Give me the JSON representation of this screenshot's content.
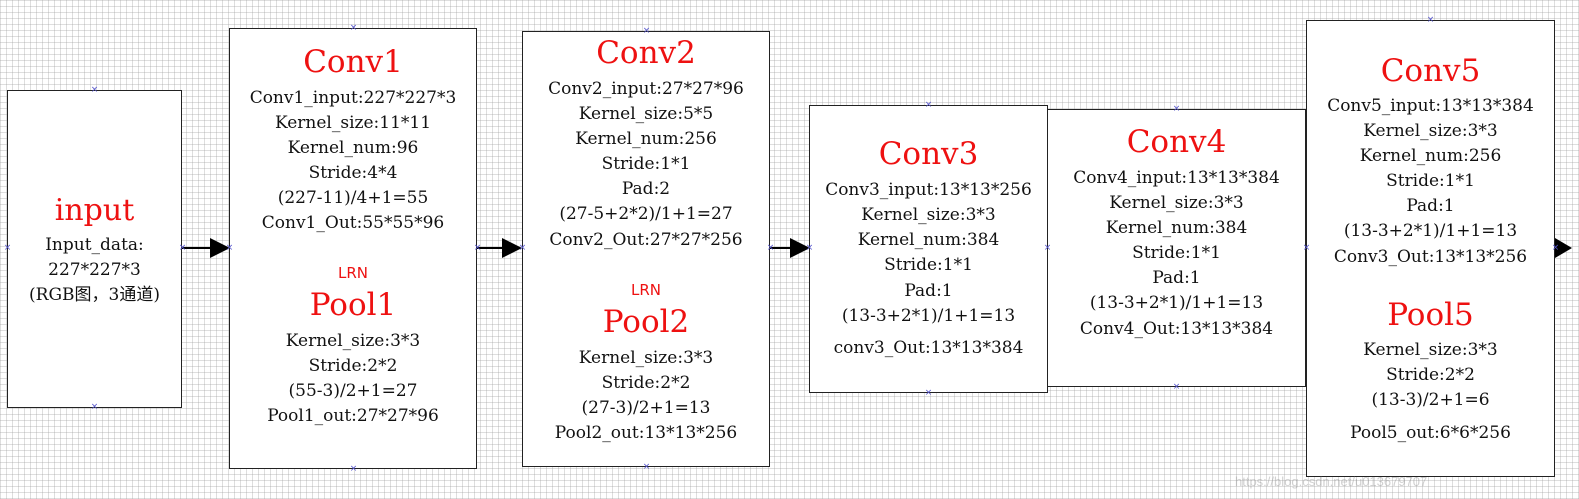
{
  "input": {
    "title": "input",
    "lines": [
      "Input_data:",
      "227*227*3",
      "(RGB图，3通道)"
    ]
  },
  "conv1": {
    "title": "Conv1",
    "lines": [
      "Conv1_input:227*227*3",
      "Kernel_size:11*11",
      "Kernel_num:96",
      "Stride:4*4",
      "(227-11)/4+1=55",
      "Conv1_Out:55*55*96"
    ],
    "lrn": "LRN",
    "pool_title": "Pool1",
    "pool_lines": [
      "Kernel_size:3*3",
      "Stride:2*2",
      "(55-3)/2+1=27",
      "Pool1_out:27*27*96"
    ]
  },
  "conv2": {
    "title": "Conv2",
    "lines": [
      "Conv2_input:27*27*96",
      "Kernel_size:5*5",
      "Kernel_num:256",
      "Stride:1*1",
      "Pad:2",
      "(27-5+2*2)/1+1=27",
      "Conv2_Out:27*27*256"
    ],
    "lrn": "LRN",
    "pool_title": "Pool2",
    "pool_lines": [
      "Kernel_size:3*3",
      "Stride:2*2",
      "(27-3)/2+1=13",
      "Pool2_out:13*13*256"
    ]
  },
  "conv3": {
    "title": "Conv3",
    "lines": [
      "Conv3_input:13*13*256",
      "Kernel_size:3*3",
      "Kernel_num:384",
      "Stride:1*1",
      "Pad:1",
      "(13-3+2*1)/1+1=13",
      "conv3_Out:13*13*384"
    ]
  },
  "conv4": {
    "title": "Conv4",
    "lines": [
      "Conv4_input:13*13*384",
      "Kernel_size:3*3",
      "Kernel_num:384",
      "Stride:1*1",
      "Pad:1",
      "(13-3+2*1)/1+1=13",
      "Conv4_Out:13*13*384"
    ]
  },
  "conv5": {
    "title": "Conv5",
    "lines": [
      "Conv5_input:13*13*384",
      "Kernel_size:3*3",
      "Kernel_num:256",
      "Stride:1*1",
      "Pad:1",
      "(13-3+2*1)/1+1=13",
      "Conv3_Out:13*13*256"
    ],
    "pool_title": "Pool5",
    "pool_lines": [
      "Kernel_size:3*3",
      "Stride:2*2",
      "(13-3)/2+1=6",
      "Pool5_out:6*6*256"
    ]
  },
  "watermark": "https://blog.csdn.net/u013679707",
  "colors": {
    "title": "#ee1111",
    "border": "#222222",
    "arrow": "#000000",
    "handle": "#5555cc"
  }
}
